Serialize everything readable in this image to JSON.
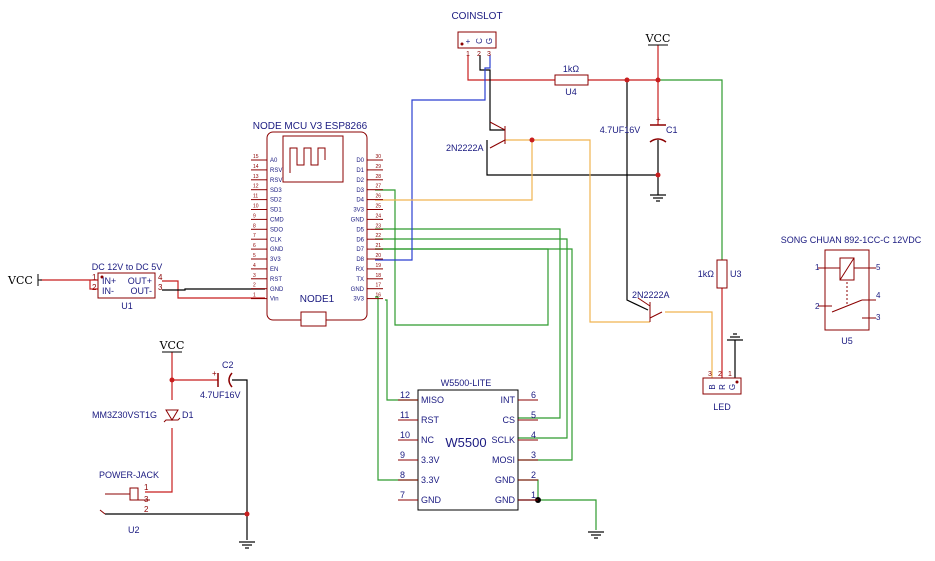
{
  "net": {
    "vcc": "VCC"
  },
  "coinslot": {
    "title": "COINSLOT",
    "pins": [
      "+",
      "C",
      "G"
    ],
    "nums": [
      "1",
      "2",
      "3"
    ]
  },
  "r_u4": {
    "value": "1kΩ",
    "ref": "U4"
  },
  "c1": {
    "value": "4.7UF16V",
    "ref": "C1"
  },
  "q1": {
    "part": "2N2222A"
  },
  "q2": {
    "part": "2N2222A"
  },
  "r_u3": {
    "value": "1kΩ",
    "ref": "U3"
  },
  "led": {
    "ref": "LED",
    "pins": [
      "B",
      "R",
      "G"
    ],
    "nums": [
      "3",
      "2",
      "1"
    ]
  },
  "relay": {
    "title": "SONG CHUAN 892-1CC-C 12VDC",
    "ref": "U5",
    "pins": [
      "1",
      "5",
      "2",
      "4",
      "3"
    ]
  },
  "nodemcu": {
    "title": "NODE  MCU  V3  ESP8266",
    "ref": "NODE1",
    "left_pins": [
      {
        "name": "A0",
        "num": "15"
      },
      {
        "name": "RSV",
        "num": "14"
      },
      {
        "name": "RSV",
        "num": "13"
      },
      {
        "name": "SD3",
        "num": "12"
      },
      {
        "name": "SD2",
        "num": "11"
      },
      {
        "name": "SD1",
        "num": "10"
      },
      {
        "name": "CMD",
        "num": "9"
      },
      {
        "name": "SDO",
        "num": "8"
      },
      {
        "name": "CLK",
        "num": "7"
      },
      {
        "name": "GND",
        "num": "6"
      },
      {
        "name": "3V3",
        "num": "5"
      },
      {
        "name": "EN",
        "num": "4"
      },
      {
        "name": "RST",
        "num": "3"
      },
      {
        "name": "GND",
        "num": "2"
      },
      {
        "name": "Vin",
        "num": "1"
      }
    ],
    "right_pins": [
      {
        "name": "D0",
        "num": "30"
      },
      {
        "name": "D1",
        "num": "29"
      },
      {
        "name": "D2",
        "num": "28"
      },
      {
        "name": "D3",
        "num": "27"
      },
      {
        "name": "D4",
        "num": "26"
      },
      {
        "name": "3V3",
        "num": "25"
      },
      {
        "name": "GND",
        "num": "24"
      },
      {
        "name": "D5",
        "num": "23"
      },
      {
        "name": "D6",
        "num": "22"
      },
      {
        "name": "D7",
        "num": "21"
      },
      {
        "name": "D8",
        "num": "20"
      },
      {
        "name": "RX",
        "num": "19"
      },
      {
        "name": "TX",
        "num": "18"
      },
      {
        "name": "GND",
        "num": "17"
      },
      {
        "name": "3V3",
        "num": "16"
      }
    ]
  },
  "dcdc": {
    "title": "DC 12V to DC 5V",
    "ref": "U1",
    "pins": [
      "IN+",
      "IN-",
      "OUT+",
      "OUT-"
    ],
    "nums": [
      "1",
      "2",
      "4",
      "3"
    ]
  },
  "w5500": {
    "title": "W5500-LITE",
    "label": "W5500",
    "left_pins": [
      {
        "name": "MISO",
        "num": "12"
      },
      {
        "name": "RST",
        "num": "11"
      },
      {
        "name": "NC",
        "num": "10"
      },
      {
        "name": "3.3V",
        "num": "9"
      },
      {
        "name": "3.3V",
        "num": "8"
      },
      {
        "name": "GND",
        "num": "7"
      }
    ],
    "right_pins": [
      {
        "name": "INT",
        "num": "6"
      },
      {
        "name": "CS",
        "num": "5"
      },
      {
        "name": "SCLK",
        "num": "4"
      },
      {
        "name": "MOSI",
        "num": "3"
      },
      {
        "name": "GND",
        "num": "2"
      },
      {
        "name": "GND",
        "num": "1"
      }
    ]
  },
  "c2": {
    "value": "4.7UF16V",
    "ref": "C2"
  },
  "d1": {
    "part": "MM3Z30VST1G",
    "ref": "D1"
  },
  "jack": {
    "title": "POWER-JACK",
    "ref": "U2",
    "nums": [
      "1",
      "3",
      "2"
    ]
  },
  "colors": {
    "wire_red": "#c81e1e",
    "wire_green": "#2e9b2e",
    "wire_blue": "#2b3fd0",
    "wire_orange": "#f0b450",
    "body_red": "#8b0000"
  }
}
